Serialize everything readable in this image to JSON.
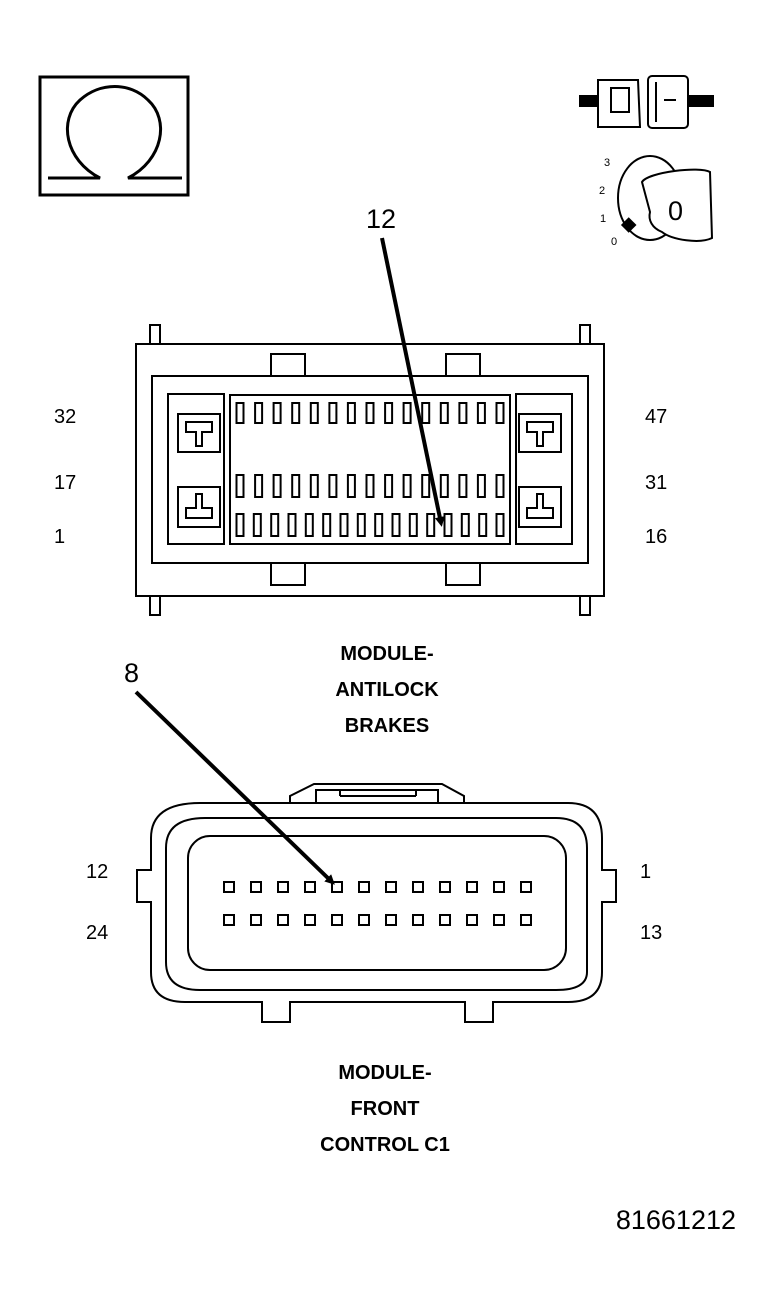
{
  "abs_connector": {
    "pin_labels": {
      "top_left": "32",
      "mid_left": "17",
      "bottom_left": "1",
      "top_right": "47",
      "mid_right": "31",
      "bottom_right": "16"
    },
    "callout": "12",
    "title": {
      "line1": "MODULE-",
      "line2": "ANTILOCK",
      "line3": "BRAKES"
    }
  },
  "fcm_connector": {
    "pin_labels": {
      "top_left": "12",
      "bottom_left": "24",
      "top_right": "1",
      "bottom_right": "13"
    },
    "callout": "8",
    "title": {
      "line1": "MODULE-",
      "line2": "FRONT",
      "line3": "CONTROL C1"
    }
  },
  "ignition_positions": {
    "p3": "3",
    "p2": "2",
    "p1": "1",
    "p0": "0"
  },
  "ignition_key_label": "0",
  "figure_id": "81661212"
}
